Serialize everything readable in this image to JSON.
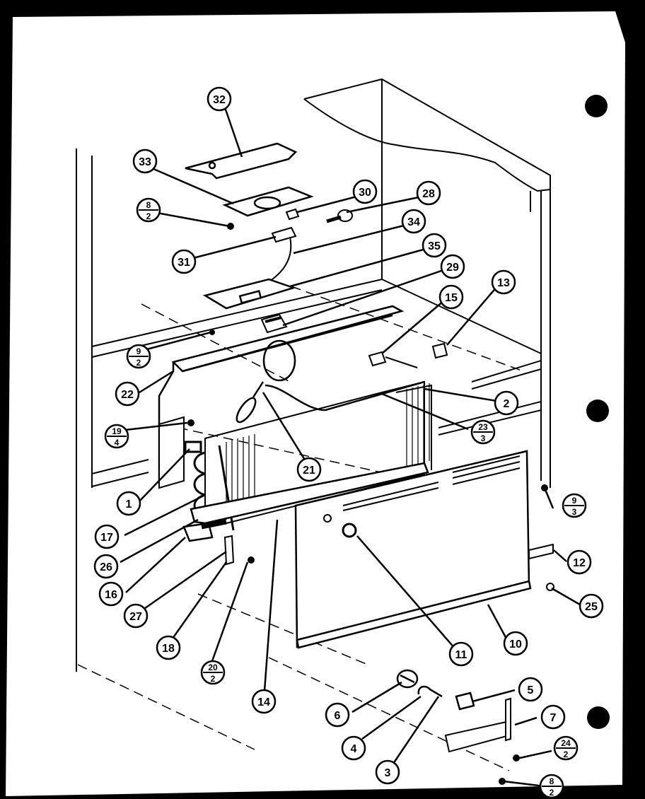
{
  "callouts": [
    {
      "id": "c32",
      "label": "32"
    },
    {
      "id": "c33",
      "label": "33"
    },
    {
      "id": "c30",
      "label": "30"
    },
    {
      "id": "c28",
      "label": "28"
    },
    {
      "id": "c34",
      "label": "34"
    },
    {
      "id": "c31",
      "label": "31"
    },
    {
      "id": "c35",
      "label": "35"
    },
    {
      "id": "c29",
      "label": "29"
    },
    {
      "id": "c15",
      "label": "15"
    },
    {
      "id": "c13",
      "label": "13"
    },
    {
      "id": "c22",
      "label": "22"
    },
    {
      "id": "c2",
      "label": "2"
    },
    {
      "id": "c21",
      "label": "21"
    },
    {
      "id": "c1",
      "label": "1"
    },
    {
      "id": "c17",
      "label": "17"
    },
    {
      "id": "c26",
      "label": "26"
    },
    {
      "id": "c16",
      "label": "16"
    },
    {
      "id": "c27",
      "label": "27"
    },
    {
      "id": "c18",
      "label": "18"
    },
    {
      "id": "c14",
      "label": "14"
    },
    {
      "id": "c11",
      "label": "11"
    },
    {
      "id": "c10",
      "label": "10"
    },
    {
      "id": "c12",
      "label": "12"
    },
    {
      "id": "c25",
      "label": "25"
    },
    {
      "id": "c6",
      "label": "6"
    },
    {
      "id": "c5",
      "label": "5"
    },
    {
      "id": "c7",
      "label": "7"
    },
    {
      "id": "c4",
      "label": "4"
    },
    {
      "id": "c3",
      "label": "3"
    }
  ],
  "fractions": [
    {
      "id": "f8a",
      "top": "8",
      "bottom": "2"
    },
    {
      "id": "f9a",
      "top": "9",
      "bottom": "2"
    },
    {
      "id": "f19",
      "top": "19",
      "bottom": "4"
    },
    {
      "id": "f23",
      "top": "23",
      "bottom": "3"
    },
    {
      "id": "f9b",
      "top": "9",
      "bottom": "3"
    },
    {
      "id": "f20",
      "top": "20",
      "bottom": "2"
    },
    {
      "id": "f24",
      "top": "24",
      "bottom": "2"
    },
    {
      "id": "f8b",
      "top": "8",
      "bottom": "2"
    }
  ]
}
